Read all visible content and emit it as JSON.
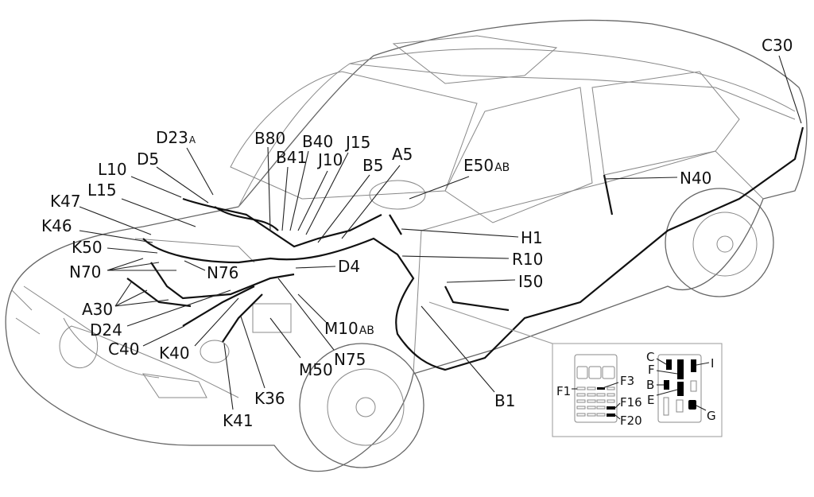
{
  "labels": [
    {
      "id": "C30",
      "text": "C30",
      "suffix": ""
    },
    {
      "id": "D23",
      "text": "D23",
      "suffix": "A"
    },
    {
      "id": "B80",
      "text": "B80",
      "suffix": ""
    },
    {
      "id": "B40",
      "text": "B40",
      "suffix": ""
    },
    {
      "id": "J15",
      "text": "J15",
      "suffix": ""
    },
    {
      "id": "B41",
      "text": "B41",
      "suffix": ""
    },
    {
      "id": "J10",
      "text": "J10",
      "suffix": ""
    },
    {
      "id": "B5",
      "text": "B5",
      "suffix": ""
    },
    {
      "id": "A5",
      "text": "A5",
      "suffix": ""
    },
    {
      "id": "E50",
      "text": "E50",
      "suffix": "AB"
    },
    {
      "id": "D5",
      "text": "D5",
      "suffix": ""
    },
    {
      "id": "L10",
      "text": "L10",
      "suffix": ""
    },
    {
      "id": "L15",
      "text": "L15",
      "suffix": ""
    },
    {
      "id": "K47",
      "text": "K47",
      "suffix": ""
    },
    {
      "id": "K46",
      "text": "K46",
      "suffix": ""
    },
    {
      "id": "K50",
      "text": "K50",
      "suffix": ""
    },
    {
      "id": "N70",
      "text": "N70",
      "suffix": ""
    },
    {
      "id": "N76",
      "text": "N76",
      "suffix": ""
    },
    {
      "id": "N40",
      "text": "N40",
      "suffix": ""
    },
    {
      "id": "H1",
      "text": "H1",
      "suffix": ""
    },
    {
      "id": "R10",
      "text": "R10",
      "suffix": ""
    },
    {
      "id": "D4",
      "text": "D4",
      "suffix": ""
    },
    {
      "id": "I50",
      "text": "I50",
      "suffix": ""
    },
    {
      "id": "A30",
      "text": "A30",
      "suffix": ""
    },
    {
      "id": "D24",
      "text": "D24",
      "suffix": ""
    },
    {
      "id": "C40",
      "text": "C40",
      "suffix": ""
    },
    {
      "id": "K40",
      "text": "K40",
      "suffix": ""
    },
    {
      "id": "M10",
      "text": "M10",
      "suffix": "AB"
    },
    {
      "id": "N75",
      "text": "N75",
      "suffix": ""
    },
    {
      "id": "M50",
      "text": "M50",
      "suffix": ""
    },
    {
      "id": "K36",
      "text": "K36",
      "suffix": ""
    },
    {
      "id": "K41",
      "text": "K41",
      "suffix": ""
    },
    {
      "id": "B1",
      "text": "B1",
      "suffix": ""
    }
  ],
  "fusebox_inset": {
    "left_panel": [
      "F1",
      "F3",
      "F16",
      "F20"
    ],
    "right_panel": [
      "C",
      "F",
      "B",
      "E",
      "I",
      "G"
    ]
  }
}
